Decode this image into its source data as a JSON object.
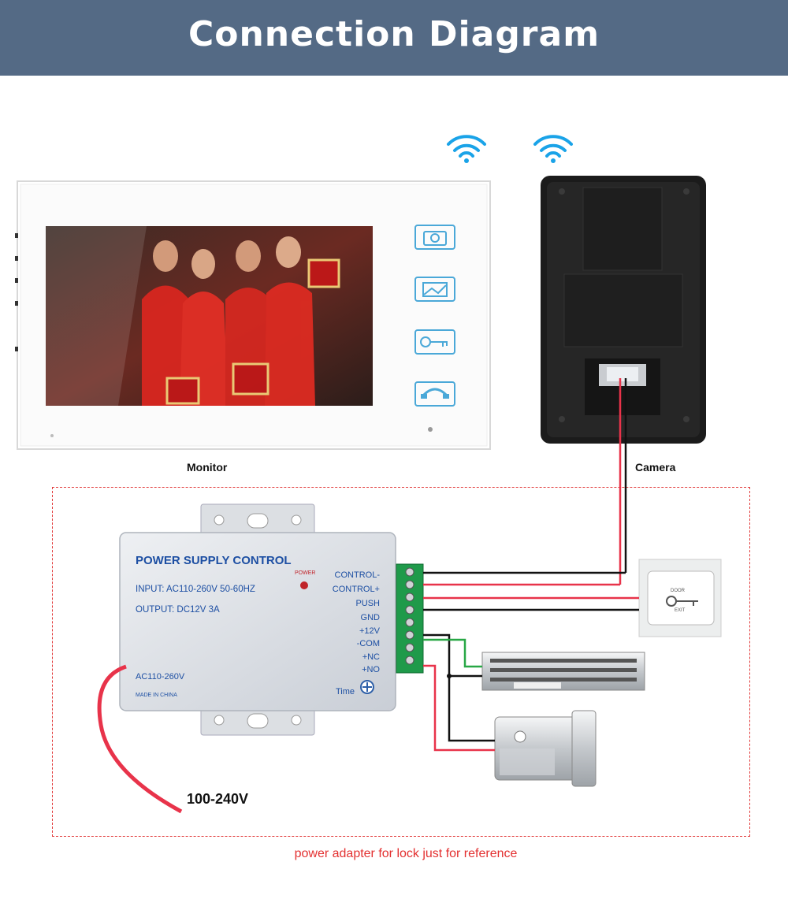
{
  "header": {
    "title": "Connection Diagram"
  },
  "labels": {
    "monitor": "Monitor",
    "camera": "Camera",
    "supply_voltage": "100-240V",
    "footnote": "power adapter for lock just for reference"
  },
  "power_supply": {
    "title": "POWER SUPPLY CONTROL",
    "input": "INPUT: AC110-260V 50-60HZ",
    "output": "OUTPUT:  DC12V  3A",
    "power_led": "POWER",
    "ac_label": "AC110-260V",
    "origin": "MADE IN CHINA",
    "time": "Time",
    "terminals": [
      "CONTROL-",
      "CONTROL+",
      "PUSH",
      "GND",
      "+12V",
      "-COM",
      "+NC",
      "+NO"
    ]
  },
  "exit_button": {
    "line1": "DOOR",
    "line2": "EXIT"
  },
  "colors": {
    "header_bg": "#546a85",
    "wire_red": "#e8334a",
    "wire_black": "#111111",
    "wire_green": "#28a745",
    "dashed_frame": "#e23b3b",
    "wifi": "#1aa3e8"
  },
  "icons": [
    "wifi-icon",
    "camera-icon",
    "picture-icon",
    "key-icon",
    "handset-icon",
    "key-icon"
  ]
}
